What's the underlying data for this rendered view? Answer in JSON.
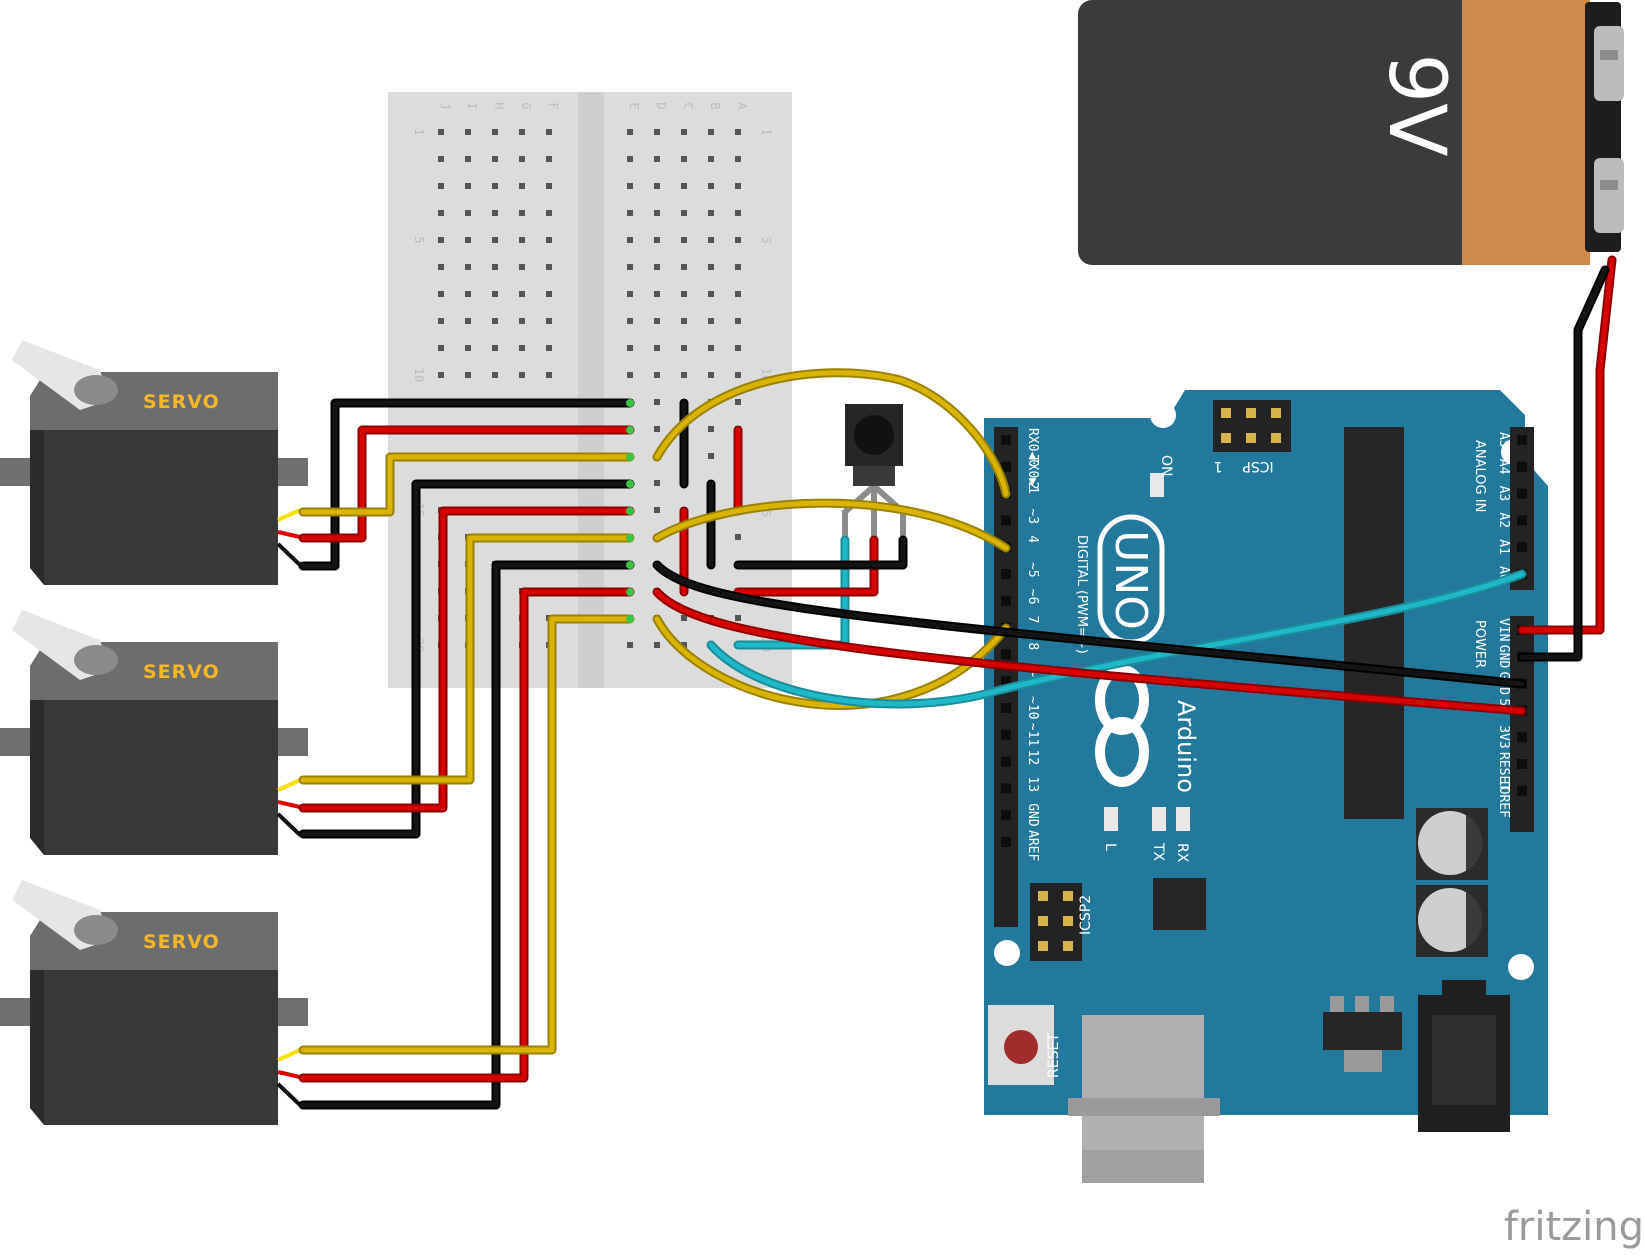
{
  "servos": [
    {
      "label": "SERVO"
    },
    {
      "label": "SERVO"
    },
    {
      "label": "SERVO"
    }
  ],
  "battery": {
    "label": "9V"
  },
  "breadboard": {
    "column_letters": [
      "J",
      "I",
      "H",
      "G",
      "F",
      "E",
      "D",
      "C",
      "B",
      "A"
    ],
    "row_numbers": [
      "1",
      "5",
      "10",
      "15",
      "20"
    ]
  },
  "arduino": {
    "digital_header_label": "DIGITAL (PWM=~)",
    "uno_logo": "UNO",
    "brand": "Arduino",
    "on_label": "ON",
    "icsp_label": "ICSP",
    "icsp_pin1": "1",
    "icsp2_label": "ICSP2",
    "reset_label": "RESET",
    "led_l": "L",
    "led_tx": "TX",
    "led_rx": "RX",
    "analog_in_label": "ANALOG IN",
    "power_label": "POWER",
    "digital_pins": [
      "RX0◀0",
      "TX0▶1",
      "2",
      "~3",
      "4",
      "~5",
      "~6",
      "7",
      "8",
      "~9",
      "~10",
      "~11",
      "12",
      "13",
      "GND",
      "AREF"
    ],
    "analog_pins": [
      "A5",
      "A4",
      "A3",
      "A2",
      "A1",
      "A0"
    ],
    "power_pins": [
      "VIN",
      "GND",
      "GND",
      "5V",
      "3V3",
      "RESET",
      "IOREF"
    ]
  },
  "watermark": "fritzing"
}
